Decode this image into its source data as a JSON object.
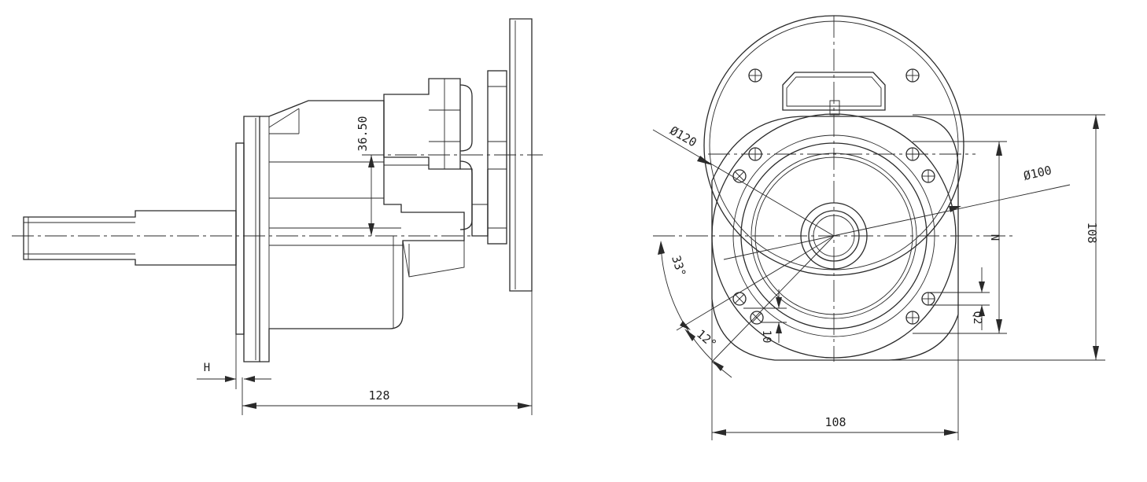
{
  "side_view": {
    "dim_overall_length": "128",
    "dim_offset": "36.50",
    "dim_flange_thickness": "H"
  },
  "front_view": {
    "dim_outer_diameter": "Ø120",
    "dim_pitch_diameter": "Ø100",
    "dim_width": "108",
    "dim_height": "108",
    "dim_hole_spacing": "N",
    "dim_hole_size": "Q2",
    "dim_hole_offset": "10",
    "dim_angle_large": "33°",
    "dim_angle_small": "12°"
  },
  "colors": {
    "line": "#2a2a2a",
    "background": "#ffffff"
  }
}
